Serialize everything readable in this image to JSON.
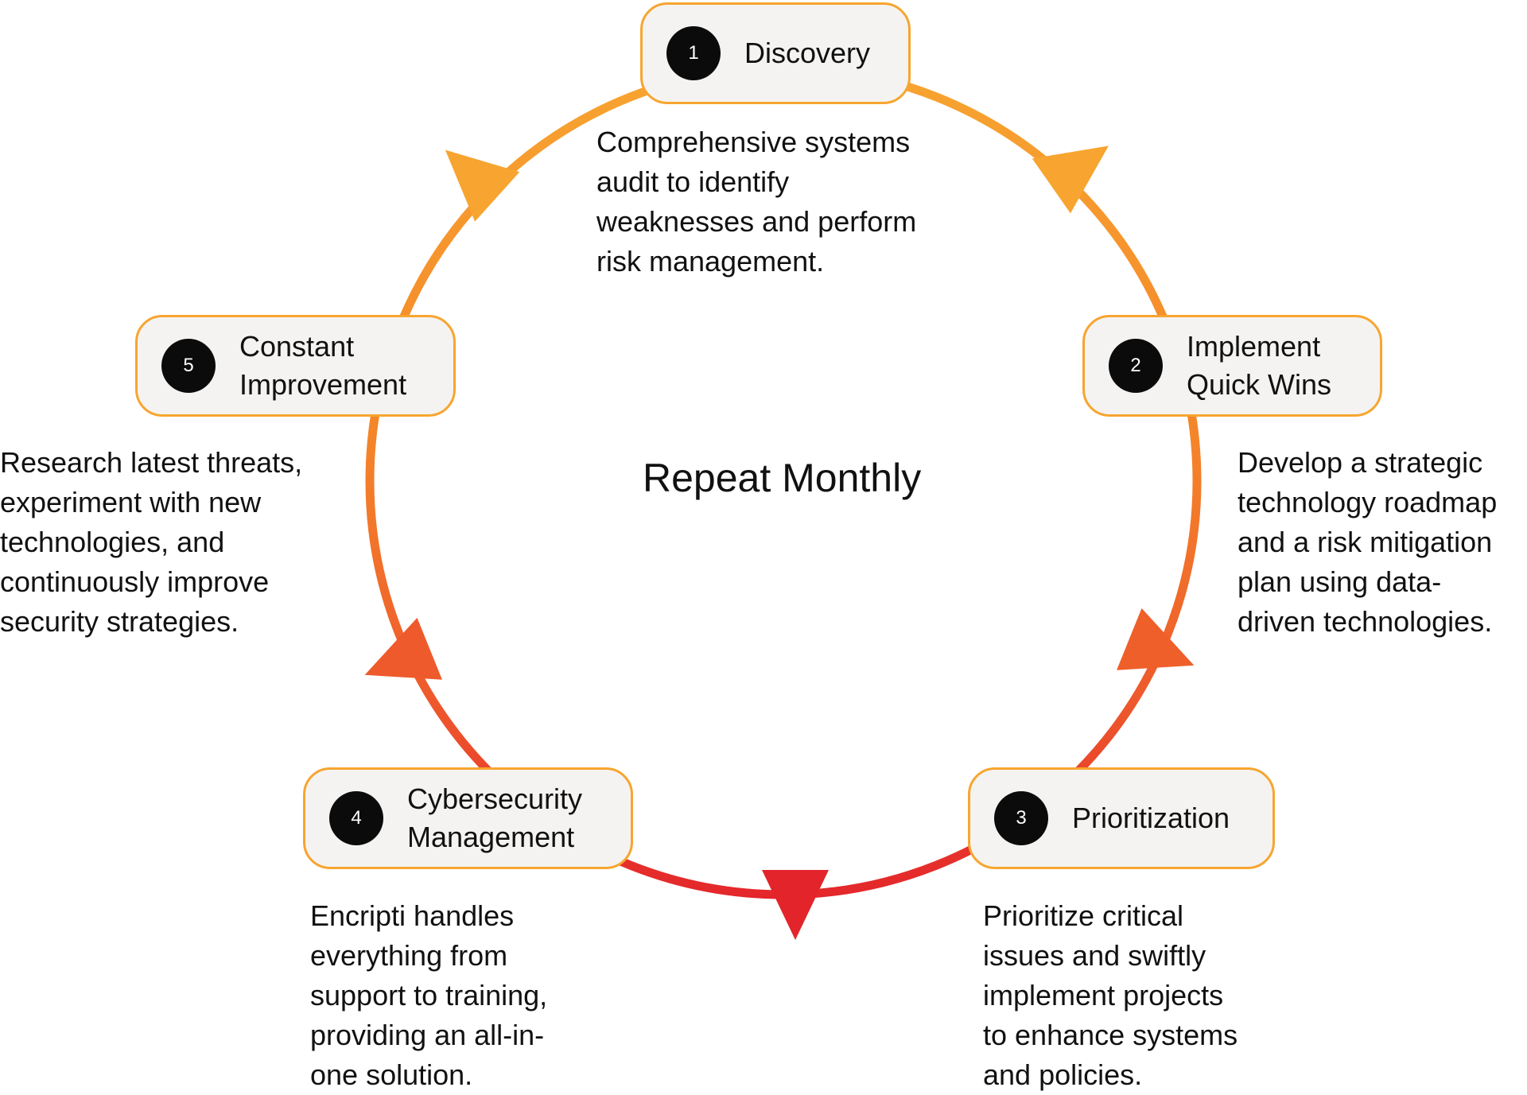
{
  "center_label": "Repeat Monthly",
  "colors": {
    "box_border": "#f7a530",
    "box_fill": "#f4f3f1",
    "badge": "#0b0b0b",
    "arc_top": "#f7a530",
    "arc_bottom": "#e3242b"
  },
  "steps": [
    {
      "number": "1",
      "title_lines": [
        "Discovery"
      ],
      "description_lines": [
        "Comprehensive systems",
        "audit to identify",
        "weaknesses and perform",
        "risk management."
      ]
    },
    {
      "number": "2",
      "title_lines": [
        "Implement",
        "Quick Wins"
      ],
      "description_lines": [
        "Develop a strategic",
        "technology roadmap",
        "and a risk mitigation",
        "plan using data-",
        "driven technologies."
      ]
    },
    {
      "number": "3",
      "title_lines": [
        "Prioritization"
      ],
      "description_lines": [
        "Prioritize critical",
        "issues and swiftly",
        "implement projects",
        "to enhance systems",
        "and policies."
      ]
    },
    {
      "number": "4",
      "title_lines": [
        "Cybersecurity",
        "Management"
      ],
      "description_lines": [
        "Encripti handles",
        "everything from",
        "support to training,",
        "providing an all-in-",
        "one solution."
      ]
    },
    {
      "number": "5",
      "title_lines": [
        "Constant",
        "Improvement"
      ],
      "description_lines": [
        "Research latest threats,",
        "experiment with new",
        "technologies, and",
        "continuously improve",
        "security strategies."
      ]
    }
  ]
}
